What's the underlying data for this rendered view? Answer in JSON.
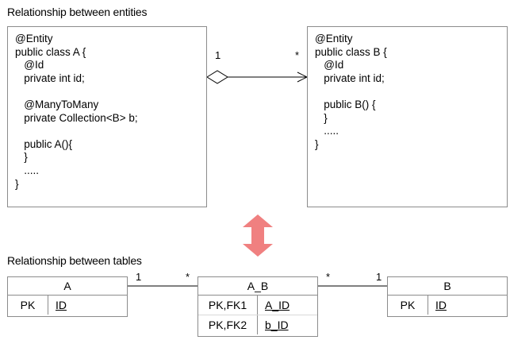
{
  "entities_section": {
    "title": "Relationship between entities",
    "class_a": {
      "lines": [
        "@Entity",
        "public class A {",
        "   @Id",
        "   private int id;",
        "",
        "   @ManyToMany",
        "   private Collection<B> b;",
        "",
        "   public A(){",
        "   }",
        "   .....",
        "}"
      ]
    },
    "class_b": {
      "lines": [
        "@Entity",
        "public class B {",
        "   @Id",
        "   private int id;",
        "",
        "   public B() {",
        "   }",
        "   .....",
        "}"
      ]
    },
    "association": {
      "source_multiplicity": "1",
      "target_multiplicity": "*"
    }
  },
  "mapping_arrow_color": "#f08080",
  "tables_section": {
    "title": "Relationship between tables",
    "table_a": {
      "name": "A",
      "rows": [
        {
          "key": "PK",
          "column": "ID"
        }
      ]
    },
    "table_ab": {
      "name": "A_B",
      "rows": [
        {
          "key": "PK,FK1",
          "column": "A_ID"
        },
        {
          "key": "PK,FK2",
          "column": "b_ID"
        }
      ]
    },
    "table_b": {
      "name": "B",
      "rows": [
        {
          "key": "PK",
          "column": "ID"
        }
      ]
    },
    "link_a_ab": {
      "left": "1",
      "right": "*"
    },
    "link_ab_b": {
      "left": "*",
      "right": "1"
    }
  }
}
